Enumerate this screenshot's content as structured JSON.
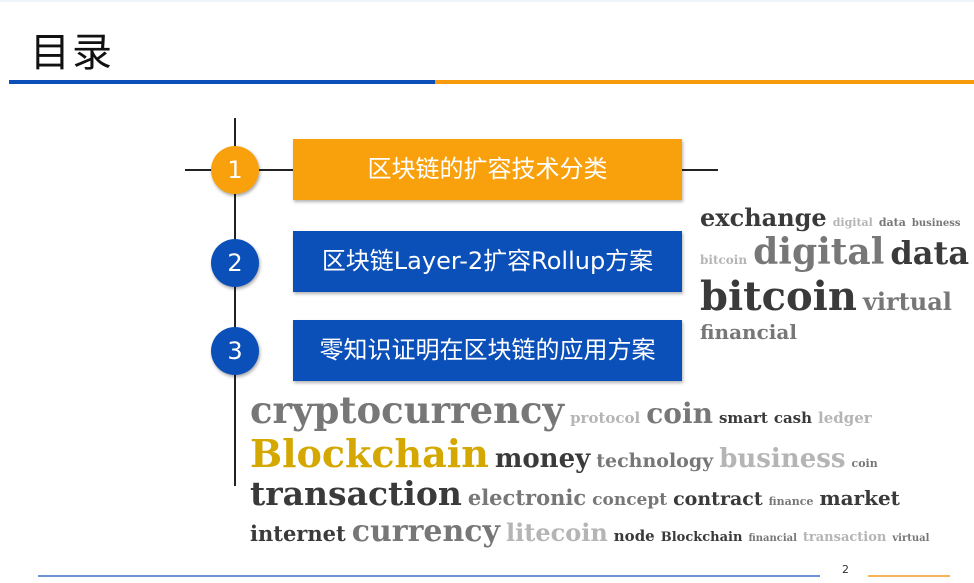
{
  "header": {
    "title": "目录"
  },
  "colors": {
    "accent_blue": "#0b4fb8",
    "accent_orange": "#f9a10c",
    "cloud_highlight": "#d4a800"
  },
  "toc": [
    {
      "number": "1",
      "label": "区块链的扩容技术分类"
    },
    {
      "number": "2",
      "label": "区块链Layer-2扩容Rollup方案"
    },
    {
      "number": "3",
      "label": "零知识证明在区块链的应用方案"
    }
  ],
  "word_cloud": [
    "digital",
    "exchange",
    "data",
    "business",
    "bitcoin",
    "digital",
    "data",
    "virtual",
    "bitcoin",
    "financial",
    "cryptocurrency",
    "protocol",
    "coin",
    "smart",
    "cash",
    "ledger",
    "market",
    "Blockchain",
    "money",
    "technology",
    "business",
    "coin",
    "finance",
    "electronic",
    "transaction",
    "concept",
    "contract",
    "internet",
    "currency",
    "litecoin",
    "node",
    "Blockchain",
    "financial",
    "transaction",
    "virtual"
  ],
  "footer": {
    "page_number": "2"
  }
}
